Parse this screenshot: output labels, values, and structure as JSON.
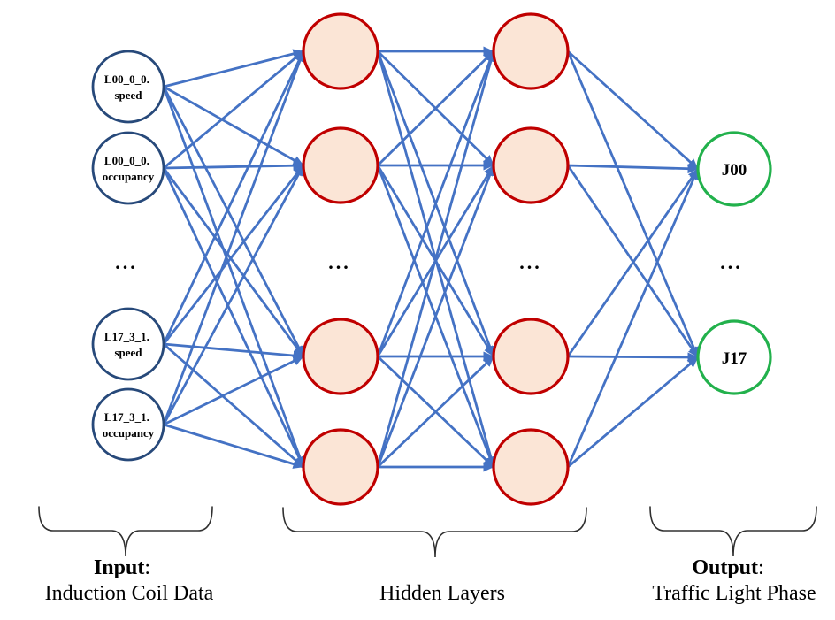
{
  "diagram": {
    "type": "feedforward-neural-network"
  },
  "colors": {
    "edge_blue": "#4472C4",
    "input_node_border": "#27497A",
    "hidden_node_border": "#C00000",
    "hidden_node_fill": "#FBE5D6",
    "output_node_border": "#22B14C",
    "text": "#000000"
  },
  "input_layer": {
    "label_bold": "Input",
    "label_colon": ":",
    "sublabel": "Induction Coil Data",
    "ellipsis": "...",
    "nodes": [
      {
        "line1": "L00_0_0.",
        "line2": "speed"
      },
      {
        "line1": "L00_0_0.",
        "line2": "occupancy"
      },
      {
        "line1": "L17_3_1.",
        "line2": "speed"
      },
      {
        "line1": "L17_3_1.",
        "line2": "occupancy"
      }
    ]
  },
  "hidden_layers": {
    "label": "Hidden Layers",
    "ellipsis_col1": "...",
    "ellipsis_col2": "..."
  },
  "output_layer": {
    "label_bold": "Output",
    "label_colon": ":",
    "sublabel": "Traffic Light Phase",
    "ellipsis": "...",
    "nodes": [
      {
        "label": "J00"
      },
      {
        "label": "J17"
      }
    ]
  }
}
